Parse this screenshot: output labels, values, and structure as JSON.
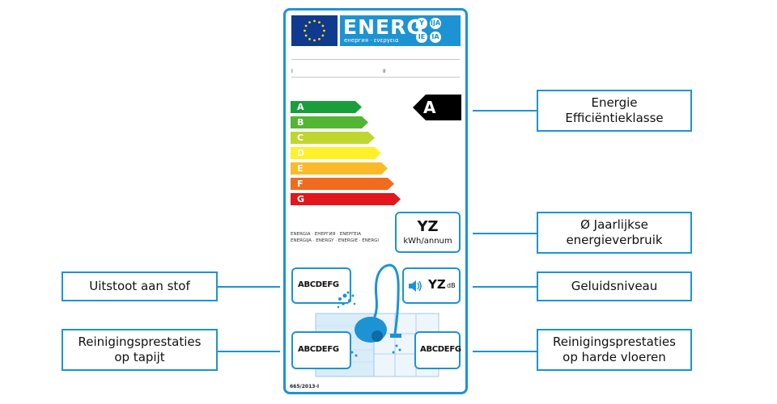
{
  "label": {
    "energ_word": "ENERG",
    "energ_subtitle": "енергия · ενεργεια",
    "bubbles": [
      "Y",
      "IJA",
      "IE",
      "IA"
    ],
    "line_marks": [
      "I",
      "II"
    ],
    "scale": [
      {
        "letter": "A",
        "color": "#1a9e3c"
      },
      {
        "letter": "B",
        "color": "#52b533"
      },
      {
        "letter": "C",
        "color": "#bfd630"
      },
      {
        "letter": "D",
        "color": "#fff02a"
      },
      {
        "letter": "E",
        "color": "#fbba27"
      },
      {
        "letter": "F",
        "color": "#ef6c1f"
      },
      {
        "letter": "G",
        "color": "#e3161b"
      }
    ],
    "efficiency_class": "A",
    "energy_words_line1": "ENERGIA · ЕНЕРГИЯ · ΕΝΕΡΓΕΙΑ",
    "energy_words_line2": "ENERGIJA · ENERGY · ENERGIE · ENERGI",
    "consumption_value": "YZ",
    "consumption_unit": "kWh/annum",
    "noise_value": "YZ",
    "noise_unit": "dB",
    "dust_scale": "ABCDEFG",
    "carpet_scale": "ABCDEFG",
    "hardfloor_scale": "ABCDEFG",
    "regulation": "665/2013-I"
  },
  "callouts": {
    "efficiency_line1": "Energie",
    "efficiency_line2": "Efficiëntieklasse",
    "consumption_line1": "Ø Jaarlijkse",
    "consumption_line2": "energieverbruik",
    "noise": "Geluidsniveau",
    "dust": "Uitstoot aan stof",
    "carpet_line1": "Reinigingsprestaties",
    "carpet_line2": "op tapijt",
    "hardfloor_line1": "Reinigingsprestaties",
    "hardfloor_line2": "op harde vloeren"
  },
  "colors": {
    "accent": "#1d93d3",
    "eu_blue": "#0f3a8f",
    "eu_star": "#ffdd00"
  }
}
